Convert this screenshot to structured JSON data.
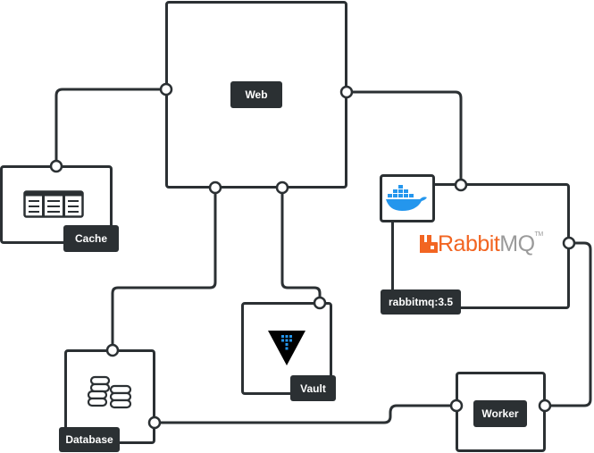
{
  "nodes": {
    "web": {
      "label": "Web"
    },
    "cache": {
      "label": "Cache"
    },
    "vault": {
      "label": "Vault"
    },
    "database": {
      "label": "Database"
    },
    "worker": {
      "label": "Worker"
    },
    "rabbitmq": {
      "label": "rabbitmq:3.5",
      "logo_text_primary": "Rabbit",
      "logo_text_secondary": "MQ",
      "logo_tm": "TM"
    }
  },
  "colors": {
    "line": "#2b3033",
    "label_bg": "#2b3033",
    "label_text": "#ffffff",
    "rabbit_orange": "#f26522",
    "docker_blue": "#2496ed"
  }
}
